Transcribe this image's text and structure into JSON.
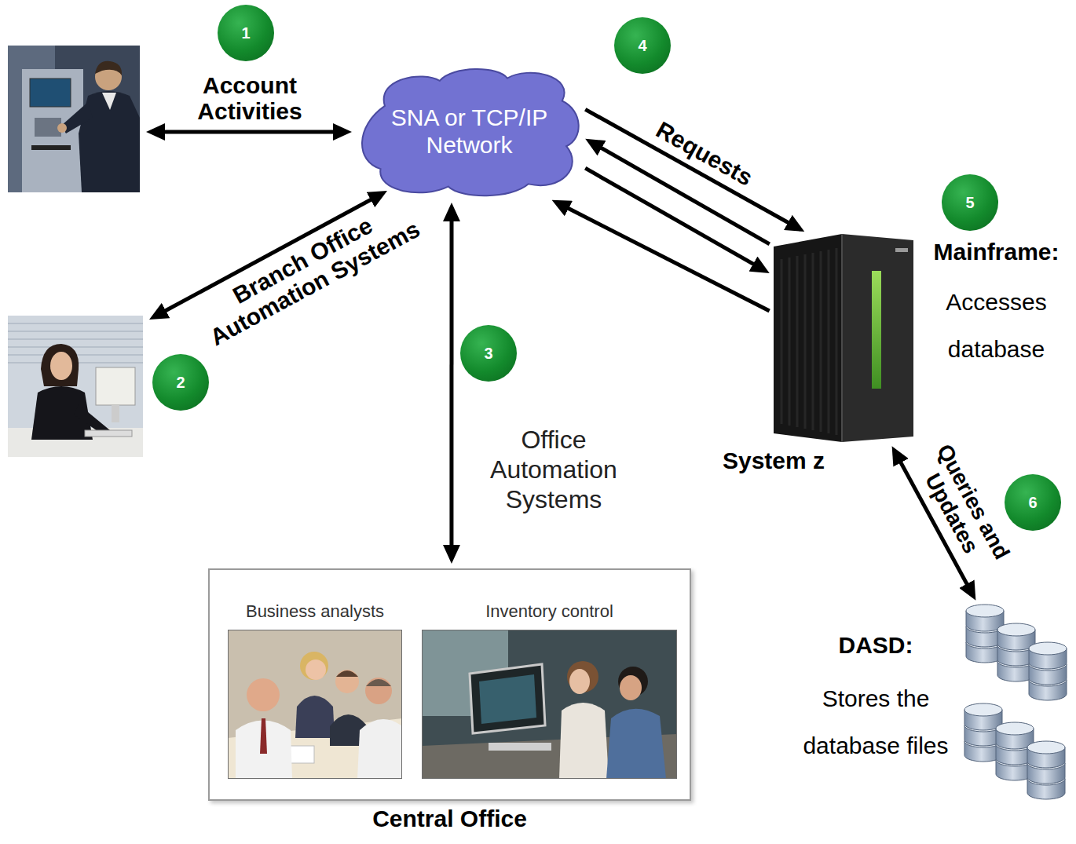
{
  "diagram": {
    "nodes": [
      {
        "text": [
          "SNA or TCP/IP Network"
        ]
      },
      {
        "text": [
          "Mainframe:",
          "Accesses database",
          "System z"
        ]
      },
      {
        "text": [
          "Central Office"
        ]
      },
      {
        "text": [
          "Business analysts"
        ],
        "in": 2
      },
      {
        "text": [
          "Inventory control"
        ],
        "in": 2
      },
      {
        "text": [
          "DASD:",
          "Stores the database files"
        ]
      }
    ],
    "edges": [
      {
        "from": 0,
        "to": 2,
        "arrow": "both",
        "label": "Office Automation Systems"
      },
      {
        "from": 0,
        "to": 1,
        "arrow": "to",
        "label": "Requests"
      },
      {
        "from": 1,
        "to": 0,
        "arrow": "to"
      },
      {
        "from": 0,
        "to": 1,
        "arrow": "to"
      },
      {
        "from": 1,
        "to": 0,
        "arrow": "to"
      },
      {
        "from": 1,
        "to": 5,
        "arrow": "both",
        "label": "Queries and Updates"
      }
    ],
    "labels": [
      "1",
      "4",
      "Account Activities",
      "5",
      "Branch Office Automation Systems",
      "3",
      "2",
      "6"
    ]
  }
}
